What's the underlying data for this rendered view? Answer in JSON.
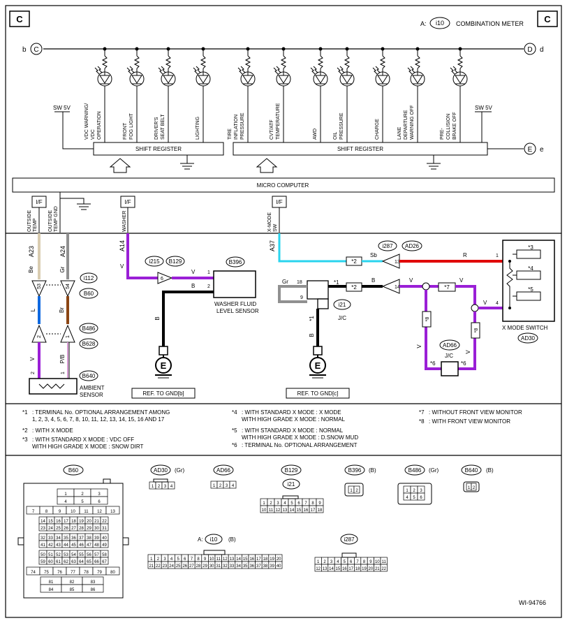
{
  "header": {
    "corner_left": "C",
    "corner_right": "C",
    "meter_prefix": "A:",
    "meter_ref": "i10",
    "meter_name": "COMBINATION METER"
  },
  "connectors": {
    "b": "b",
    "c_left": "C",
    "d": "D",
    "d_small": "d",
    "e": "E",
    "e_small": "e"
  },
  "lamps": [
    {
      "lines": [
        "VDC WARNING/",
        "VDC",
        "OPERATION"
      ]
    },
    {
      "lines": [
        "FRONT",
        "FOG LIGHT"
      ]
    },
    {
      "lines": [
        "DRIVER'S",
        "SEAT BELT"
      ]
    },
    {
      "lines": [
        "LIGHTING"
      ]
    },
    {
      "lines": [
        "TIRE",
        "INFLATION",
        "PRESSURE"
      ]
    },
    {
      "lines": [
        "CVT/ATF",
        "TEMPERATURE"
      ]
    },
    {
      "lines": [
        "AWD"
      ]
    },
    {
      "lines": [
        "OIL",
        "PRESSURE"
      ]
    },
    {
      "lines": [
        "CHARGE"
      ]
    },
    {
      "lines": [
        "LANE",
        "DEPARTURE",
        "WARNING OFF"
      ]
    },
    {
      "lines": [
        "PRE-",
        "COLLISION",
        "BRAKE OFF"
      ]
    }
  ],
  "power": {
    "sw5v_left": "SW 5V",
    "sw5v_right": "SW 5V"
  },
  "registers": {
    "left": "SHIFT REGISTER",
    "right": "SHIFT REGISTER"
  },
  "micro": "MICRO COMPUTER",
  "interfaces": [
    "I/F",
    "I/F",
    "I/F"
  ],
  "signals": [
    [
      "OUTSIDE",
      "TEMP"
    ],
    [
      "OUTSIDE",
      "TEMP GND"
    ],
    [
      "WASHER"
    ],
    [
      "X-MODE",
      "SW"
    ]
  ],
  "pins": {
    "a23": "A23",
    "a24": "A24",
    "a14": "A14",
    "a37": "A37"
  },
  "wires": {
    "be": "Be",
    "gr": "Gr",
    "v": "V",
    "l": "L",
    "br": "Br",
    "pb": "P/B",
    "b": "B",
    "sb": "Sb",
    "r": "R",
    "gr2": "Gr"
  },
  "conn_refs": {
    "i112": "i112",
    "b60": "B60",
    "b486": "B486",
    "b628": "B628",
    "b640": "B640",
    "i215": "i215",
    "b129": "B129",
    "b396": "B396",
    "i287": "i287",
    "ad26": "AD26",
    "i21": "i21",
    "ad66": "AD66",
    "ad30": "AD30"
  },
  "pin_numbers": {
    "p53": "53",
    "p54": "54",
    "p2a": "2",
    "p1a": "1",
    "p2b": "2",
    "p1b": "1",
    "p6": "6",
    "p1": "1",
    "p2": "2",
    "p13": "13",
    "p14": "14",
    "p18": "18",
    "p9": "9",
    "p1r": "1",
    "p4r": "4",
    "v1": "V",
    "v2": "V"
  },
  "stars": {
    "s2a": "*2",
    "s2b": "*2",
    "s1a": "*1",
    "s1b": "*1",
    "s7": "*7",
    "s8a": "*8",
    "s8b": "*8",
    "s6a": "*6",
    "s6b": "*6",
    "s3": "*3",
    "s4": "*4",
    "s5": "*5"
  },
  "labels": {
    "ambient": [
      "AMBIENT",
      "SENSOR"
    ],
    "washer": [
      "WASHER FLUID",
      "LEVEL SENSOR"
    ],
    "jc": "J/C",
    "jc2": "J/C",
    "xmode": "X MODE SWITCH",
    "gnd_b": "REF. TO GND[b]",
    "gnd_c": "REF. TO GND[c]",
    "earth": "E"
  },
  "notes": [
    [
      "*1",
      ": TERMINAL No. OPTIONAL ARRANGEMENT AMONG",
      "  1, 2, 3, 4, 5, 6, 7, 8, 10, 11, 12, 13, 14, 15, 16 AND 17"
    ],
    [
      "*2",
      ": WITH X MODE"
    ],
    [
      "*3",
      ": WITH STANDARD X MODE   : VDC OFF",
      "  WITH HIGH GRADE X MODE   : SNOW DIRT"
    ],
    [
      "*4",
      ": WITH STANDARD X MODE   : X MODE",
      "  WITH HIGH GRADE X MODE   : NORMAL"
    ],
    [
      "*5",
      ": WITH STANDARD X MODE   : NORMAL",
      "  WITH HIGH GRADE X MODE   : D.SNOW MUD"
    ],
    [
      "*6",
      ": TERMINAL No. OPTIONAL ARRANGEMENT"
    ],
    [
      "*7",
      ": WITHOUT FRONT VIEW MONITOR"
    ],
    [
      "*8",
      ": WITH FRONT VIEW MONITOR"
    ]
  ],
  "bottom_conns": {
    "b60": "B60",
    "ad30": "AD30",
    "ad30c": "(Gr)",
    "ad66": "AD66",
    "b129": "B129",
    "i21": "i21",
    "b396": "B396",
    "b396c": "(B)",
    "b486": "B486",
    "b486c": "(Gr)",
    "b640": "B640",
    "b640c": "(B)",
    "a_prefix": "A:",
    "i10": "i10",
    "i10c": "(B)",
    "i287": "i287",
    "code": "WI-94766"
  },
  "colors": {
    "violet": "#9a1fd6",
    "black": "#000000",
    "red": "#e00000",
    "cyan": "#2ad4ee",
    "blue": "#0f69e0",
    "brown": "#8b4513",
    "beige": "#d9ccb0",
    "gray": "#909090"
  }
}
